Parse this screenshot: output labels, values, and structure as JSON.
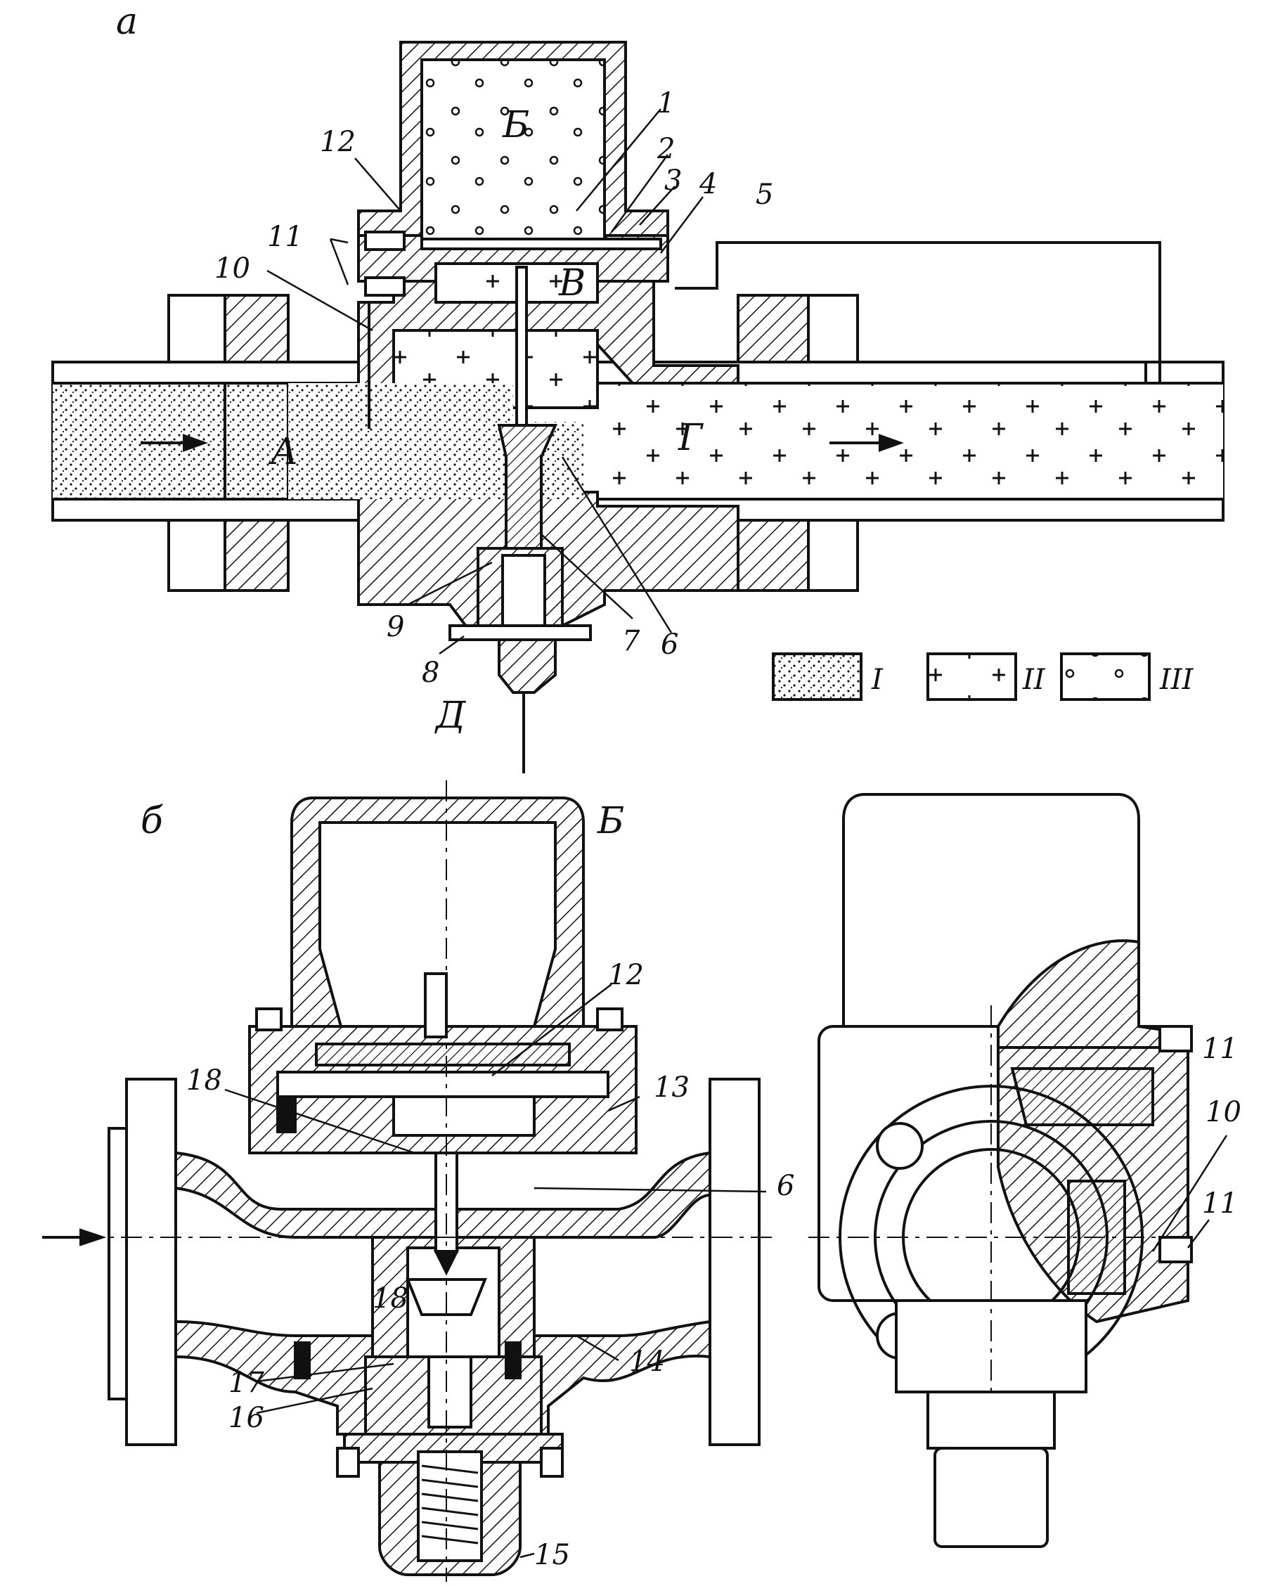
{
  "figure_letters": {
    "a": "а",
    "b": "б"
  },
  "zones": {
    "A": "А",
    "B": "Б",
    "V": "В",
    "G": "Г",
    "D": "Д"
  },
  "callouts_top": [
    "1",
    "2",
    "3",
    "4",
    "5",
    "6",
    "7",
    "8",
    "9",
    "10",
    "11",
    "12"
  ],
  "callouts_bottom": [
    "6",
    "10",
    "11",
    "11",
    "12",
    "13",
    "14",
    "15",
    "16",
    "17",
    "18",
    "18"
  ],
  "legend": [
    {
      "code": "I",
      "fill": "dots"
    },
    {
      "code": "II",
      "fill": "plus"
    },
    {
      "code": "III",
      "fill": "circles"
    }
  ],
  "colors": {
    "ink": "#111111",
    "paper": "#ffffff"
  }
}
